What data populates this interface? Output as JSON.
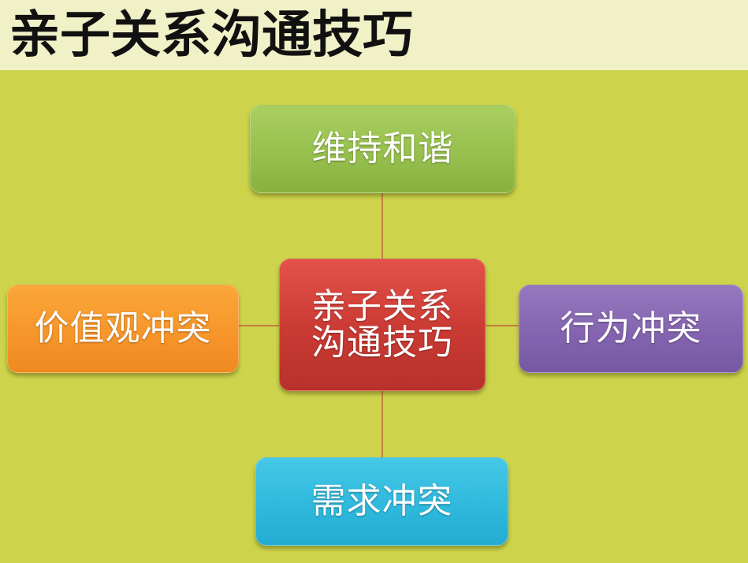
{
  "title": "亲子关系沟通技巧",
  "diagram": {
    "center": {
      "line1": "亲子关系",
      "line2": "沟通技巧"
    },
    "top": "维持和谐",
    "left": "价值观冲突",
    "right": "行为冲突",
    "bottom": "需求冲突"
  },
  "colors": {
    "background": "#cdd34a",
    "title_bar": "#f1f1c8",
    "connector": "#c2453d",
    "center": "#d2433b",
    "top": "#97c04e",
    "left": "#f7962a",
    "right": "#8464b0",
    "bottom": "#2fb9dd"
  }
}
